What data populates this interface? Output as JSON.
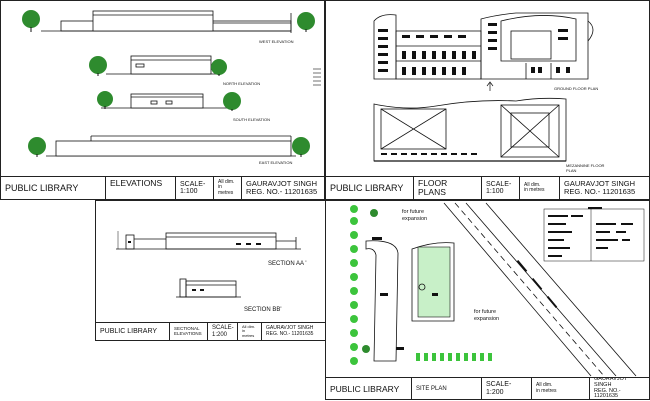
{
  "elevations_sheet": {
    "labels": {
      "west": "WEST ELEVATION",
      "north": "NORTH ELEVATION",
      "south": "SOUTH ELEVATION",
      "east": "EAST ELEVATION"
    },
    "title_block": {
      "project": "PUBLIC LIBRARY",
      "drawing": "ELEVATIONS",
      "scale_label": "SCALE-",
      "scale_value": "1:100",
      "dims_line1": "All dim.",
      "dims_line2": "in metres",
      "author": "GAURAVJOT SINGH",
      "reg": "REG. NO.- 11201635"
    }
  },
  "floor_sheet": {
    "labels": {
      "ground": "GROUND FLOOR PLAN",
      "mezz_line1": "MEZANNINE FLOOR",
      "mezz_line2": "PLAN"
    },
    "title_block": {
      "project": "PUBLIC LIBRARY",
      "drawing_line1": "FLOOR",
      "drawing_line2": "PLANS",
      "scale_label": "SCALE-",
      "scale_value": "1:100",
      "dims_line1": "All dim.",
      "dims_line2": "in metres",
      "author": "GAURAVJOT SINGH",
      "reg": "REG. NO.- 11201635"
    }
  },
  "section_sheet": {
    "labels": {
      "aa": "SECTION AA '",
      "bb": "SECTION BB'"
    },
    "title_block": {
      "project": "PUBLIC LIBRARY",
      "drawing_line1": "SECTIONAL",
      "drawing_line2": "ELEVATIONS",
      "scale_label": "SCALE-",
      "scale_value": "1:200",
      "dims_line1": "All dim.",
      "dims_line2": "in metres",
      "author": "GAURAVJOT SINGH",
      "reg": "REG. NO.- 11201635"
    }
  },
  "site_sheet": {
    "labels": {
      "future1_line1": "for future",
      "future1_line2": "expansion",
      "future2_line1": "for future",
      "future2_line2": "expansion"
    },
    "title_block": {
      "project": "PUBLIC LIBRARY",
      "drawing": "SITE PLAN",
      "scale_label": "SCALE-",
      "scale_value": "1:200",
      "dims_line1": "All dim.",
      "dims_line2": "in metres",
      "author": "GAURAVJOT SINGH",
      "reg": "REG. NO.- 11201635"
    }
  },
  "colors": {
    "line": "#111111",
    "tree": "#2e8b2e",
    "lawn": "#c8f0c8",
    "landscape": "#3cc43c"
  }
}
